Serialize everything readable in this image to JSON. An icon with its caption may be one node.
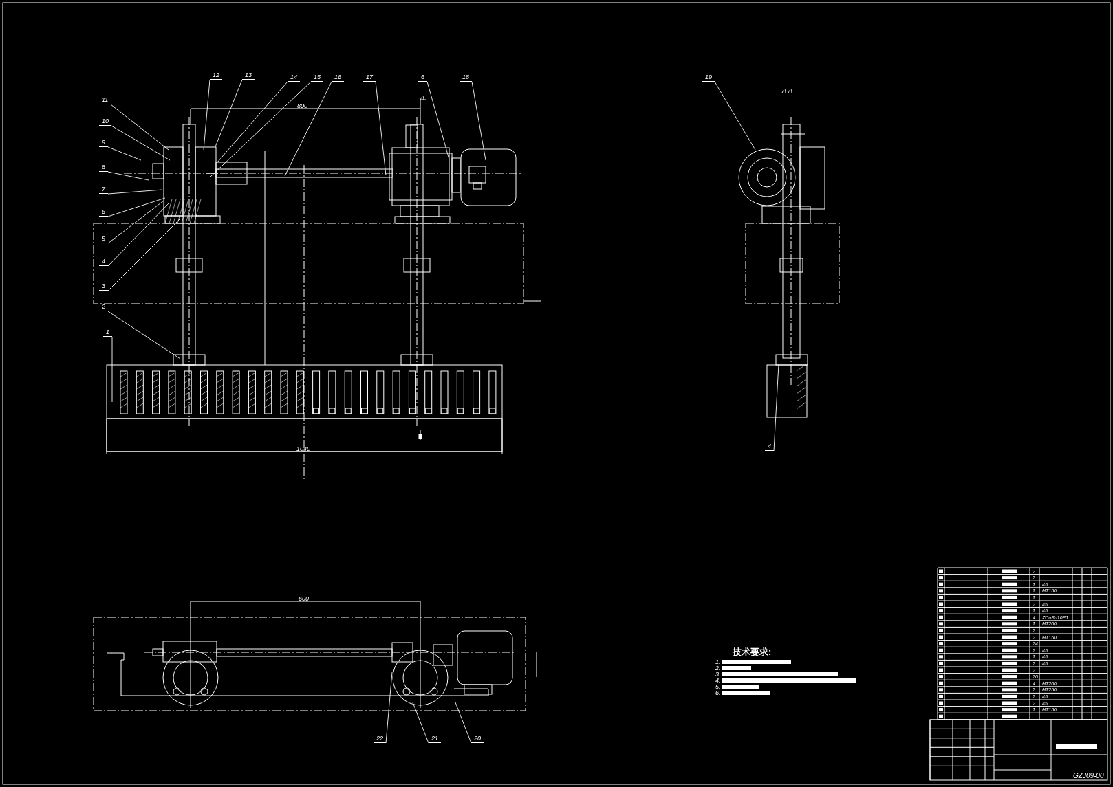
{
  "diagram": {
    "nodes": [
      {
        "text": [
          "11"
        ]
      },
      {
        "text": [
          "10"
        ]
      },
      {
        "text": [
          "9"
        ]
      },
      {
        "text": [
          "8"
        ]
      },
      {
        "text": [
          "7"
        ]
      },
      {
        "text": [
          "6"
        ]
      },
      {
        "text": [
          "5"
        ]
      },
      {
        "text": [
          "4"
        ]
      },
      {
        "text": [
          "3"
        ]
      },
      {
        "text": [
          "2"
        ]
      },
      {
        "text": [
          "1"
        ]
      },
      {
        "text": [
          "12"
        ]
      },
      {
        "text": [
          "13"
        ]
      },
      {
        "text": [
          "14"
        ]
      },
      {
        "text": [
          "15"
        ]
      },
      {
        "text": [
          "16"
        ]
      },
      {
        "text": [
          "17"
        ]
      },
      {
        "text": [
          "6"
        ]
      },
      {
        "text": [
          "18"
        ]
      },
      {
        "text": [
          "19"
        ]
      },
      {
        "text": [
          "4"
        ]
      },
      {
        "text": [
          "22"
        ]
      },
      {
        "text": [
          "21"
        ]
      },
      {
        "text": [
          "20"
        ]
      }
    ],
    "edges": [
      {
        "from": 0,
        "to": null,
        "arrow": "none"
      },
      {
        "from": 1,
        "to": null,
        "arrow": "none"
      },
      {
        "from": 2,
        "to": null,
        "arrow": "none"
      },
      {
        "from": 3,
        "to": null,
        "arrow": "none"
      },
      {
        "from": 4,
        "to": null,
        "arrow": "none"
      },
      {
        "from": 5,
        "to": null,
        "arrow": "none"
      },
      {
        "from": 6,
        "to": null,
        "arrow": "none"
      },
      {
        "from": 7,
        "to": null,
        "arrow": "none"
      },
      {
        "from": 8,
        "to": null,
        "arrow": "none"
      },
      {
        "from": 9,
        "to": null,
        "arrow": "none"
      },
      {
        "from": 10,
        "to": null,
        "arrow": "none"
      },
      {
        "from": 11,
        "to": null,
        "arrow": "none"
      },
      {
        "from": 12,
        "to": null,
        "arrow": "none"
      },
      {
        "from": 13,
        "to": null,
        "arrow": "none"
      },
      {
        "from": 14,
        "to": null,
        "arrow": "none"
      },
      {
        "from": 15,
        "to": null,
        "arrow": "none"
      },
      {
        "from": 16,
        "to": null,
        "arrow": "none"
      },
      {
        "from": 17,
        "to": null,
        "arrow": "none"
      },
      {
        "from": 18,
        "to": null,
        "arrow": "none"
      },
      {
        "from": 19,
        "to": null,
        "arrow": "none"
      },
      {
        "from": 20,
        "to": null,
        "arrow": "none"
      },
      {
        "from": 21,
        "to": null,
        "arrow": "none"
      },
      {
        "from": 22,
        "to": null,
        "arrow": "none"
      },
      {
        "from": 23,
        "to": null,
        "arrow": "none"
      }
    ],
    "labels": [
      "A",
      "800",
      "A-A",
      "1040",
      "600",
      "技术要求:",
      "1.",
      "2.",
      "3.",
      "4.",
      "5.",
      "6.",
      "2",
      "2",
      "1",
      "45",
      "1",
      "HT150",
      "1",
      "2",
      "45",
      "1",
      "45",
      "4",
      "ZCuSn10P1",
      "1",
      "HT200",
      "2",
      "2",
      "HT150",
      "24",
      "2",
      "45",
      "1",
      "45",
      "2",
      "45",
      "2",
      "20",
      "4",
      "HT200",
      "2",
      "HT250",
      "2",
      "45",
      "2",
      "45",
      "1",
      "HT150",
      "GZJ09-00"
    ]
  }
}
